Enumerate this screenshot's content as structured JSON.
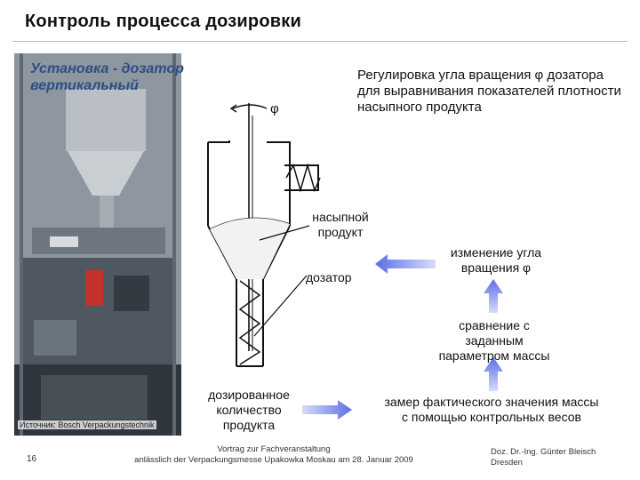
{
  "slide": {
    "title": "Контроль процесса дозировки",
    "photo_title": "Установка - дозатор\nвертикальный",
    "source": "Источник: Bosch Verpackungstechnik",
    "description": "Регулировка угла вращения φ дозатора для выравнивания показателей плотности насыпного продукта",
    "phi_symbol": "φ"
  },
  "labels": {
    "bulk_product": "насыпной\nпродукт",
    "doser": "дозатор",
    "dosed_quantity": "дозированное\nколичество\nпродукта",
    "angle_change": "изменение угла\nвращения φ",
    "comparison": "сравнение с\nзаданным\nпараметром массы",
    "measurement": "замер фактического значения массы\nс помощью контрольных весов"
  },
  "footer": {
    "page_number": "16",
    "event_line1": "Vortrag zur Fachveranstaltung",
    "event_line2": "anlässlich der Verpackungsmesse Upakowka Moskau am 28. Januar 2009",
    "author_line1": "Doz. Dr.-Ing. Günter Bleisch",
    "author_line2": "Dresden"
  },
  "colors": {
    "accent_blue": "#2c4e86",
    "arrow_blue": "#5b6ee6"
  }
}
